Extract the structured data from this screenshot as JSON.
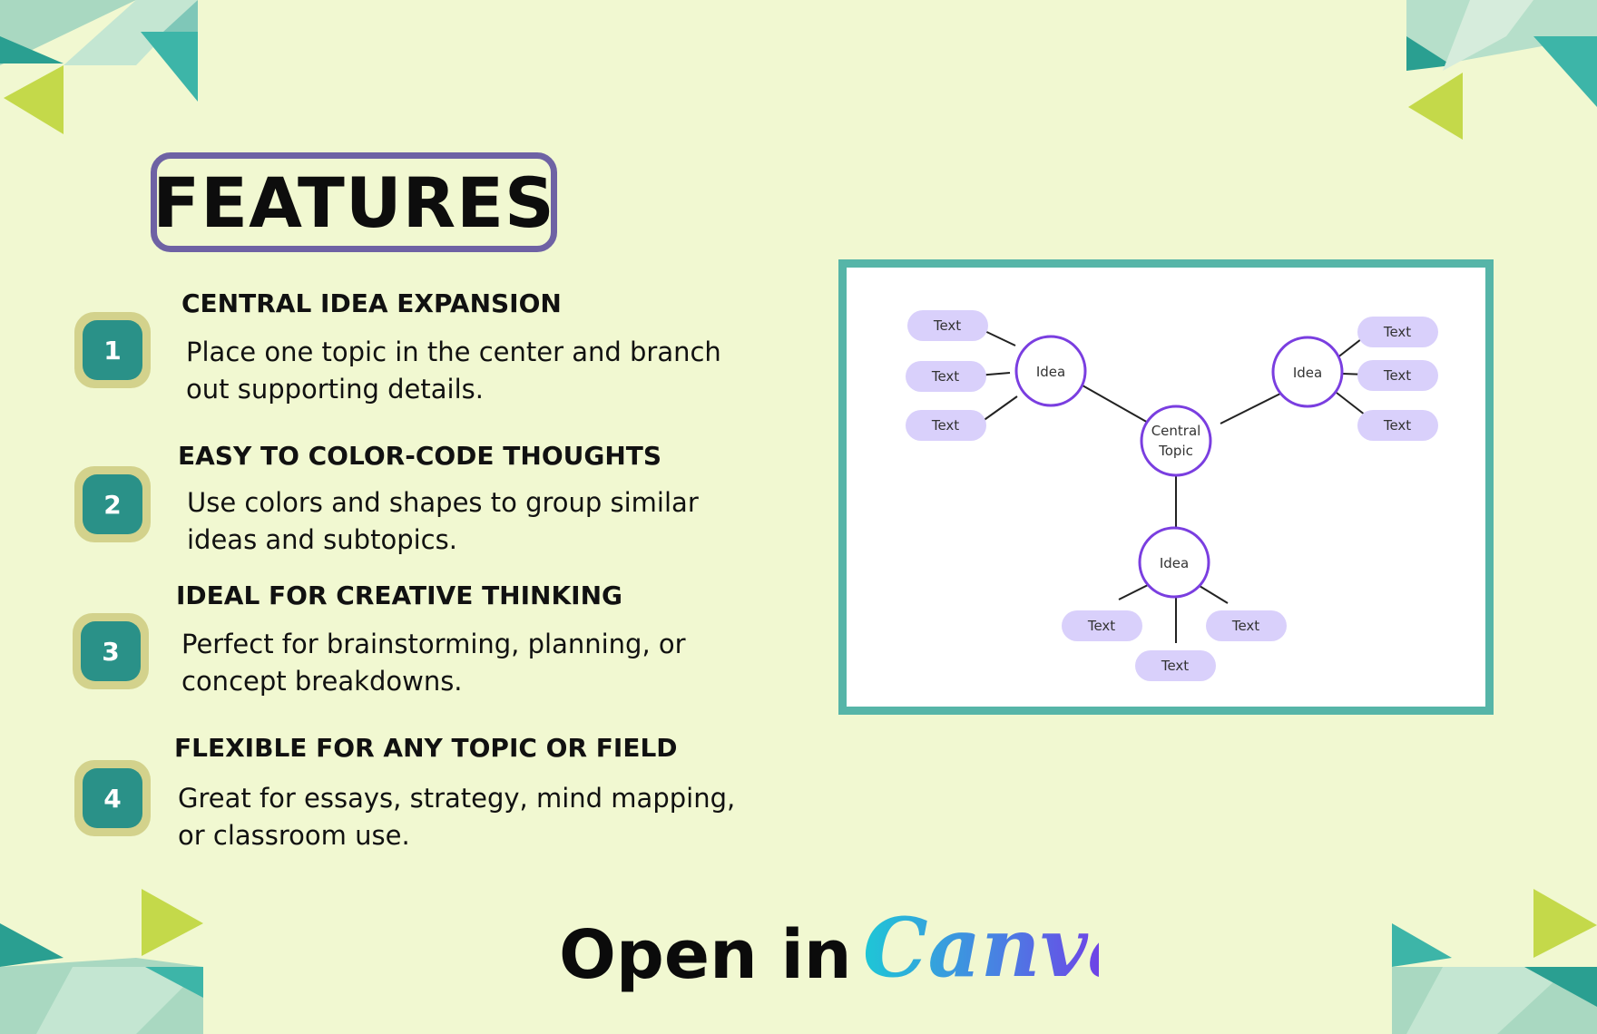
{
  "heading": "FEATURES",
  "features": [
    {
      "number": "1",
      "title": "CENTRAL IDEA EXPANSION",
      "description": "Place one topic in the center and branch out supporting details."
    },
    {
      "number": "2",
      "title": "EASY TO COLOR-CODE THOUGHTS",
      "description": "Use colors and shapes to group similar ideas and subtopics."
    },
    {
      "number": "3",
      "title": "IDEAL FOR CREATIVE THINKING",
      "description": "Perfect for brainstorming, planning, or concept breakdowns."
    },
    {
      "number": "4",
      "title": "FLEXIBLE FOR ANY TOPIC OR FIELD",
      "description": "Great for essays, strategy, mind mapping, or classroom use."
    }
  ],
  "diagram": {
    "central": [
      "Central",
      "Topic"
    ],
    "idea_label": "Idea",
    "text_label": "Text"
  },
  "cta": {
    "prefix": "Open in",
    "brand": "Canva"
  },
  "colors": {
    "background": "#f1f8d1",
    "teal": "#2a9188",
    "badge_outer": "#d3d28c",
    "frame": "#56b5a8",
    "heading_border": "#6e62a4",
    "pill": "#d9d0fb",
    "node_stroke": "#7a3ee0"
  }
}
